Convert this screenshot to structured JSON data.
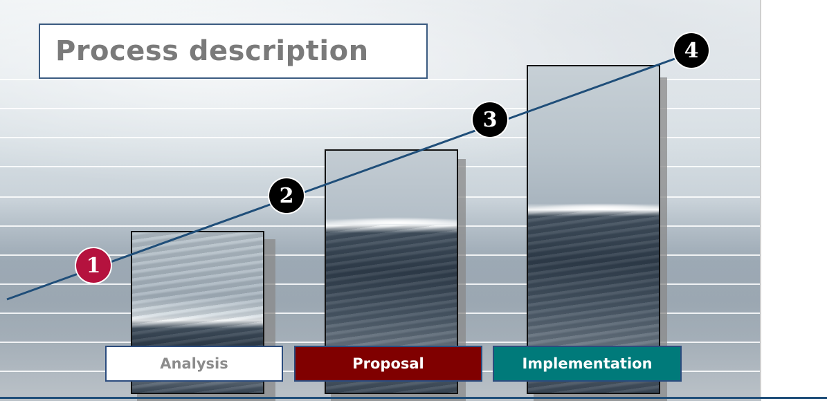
{
  "title": "Process description",
  "stages": [
    {
      "label": "Analysis",
      "bg": "#ffffff",
      "fg": "#8c8c8c",
      "border": "#2b4c7e"
    },
    {
      "label": "Proposal",
      "bg": "#800000",
      "fg": "#ffffff",
      "border": "#2b4c7e"
    },
    {
      "label": "Implementation",
      "bg": "#007a7a",
      "fg": "#ffffff",
      "border": "#2b4c7e"
    }
  ],
  "steps": [
    {
      "number": "1",
      "color": "#b5123e"
    },
    {
      "number": "2",
      "color": "#000000"
    },
    {
      "number": "3",
      "color": "#000000"
    },
    {
      "number": "4",
      "color": "#000000"
    }
  ],
  "colors": {
    "trend_line": "#1f4e79",
    "title_text": "#7a7a7a",
    "title_border": "#3a5a80"
  }
}
